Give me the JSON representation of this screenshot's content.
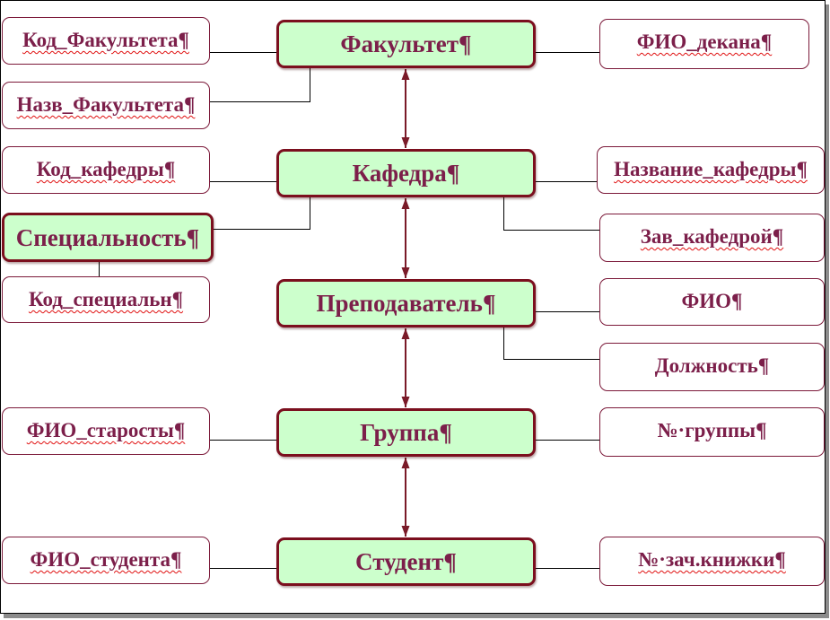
{
  "entities": {
    "faculty": {
      "label": "Факультет¶",
      "attributes": [
        "Код_Факультета¶",
        "Назв_Факультета¶",
        "ФИО_декана¶"
      ]
    },
    "department": {
      "label": "Кафедра¶",
      "attributes": [
        "Код_кафедры¶",
        "Название_кафедры¶",
        "Зав_кафедрой¶"
      ]
    },
    "specialty": {
      "label": "Специальность¶",
      "attributes": [
        "Код_специальн¶"
      ]
    },
    "teacher": {
      "label": "Преподаватель¶",
      "attributes": [
        "ФИО¶",
        "Должность¶"
      ]
    },
    "group": {
      "label": "Группа¶",
      "attributes": [
        "ФИО_старосты¶",
        "№·группы¶"
      ]
    },
    "student": {
      "label": "Студент¶",
      "attributes": [
        "ФИО_студента¶",
        "№·зач.книжки¶"
      ]
    }
  },
  "colors": {
    "entity_fill": "#ccffcc",
    "entity_border": "#7b0f1e",
    "label_text": "#7c1f4a",
    "attribute_border": "#7c1a3a",
    "attribute_fill": "#ffffff",
    "relationship_arrow": "#7a1a28",
    "connector_line": "#000000",
    "spellcheck_underline": "#e01010",
    "frame_border": "#000000",
    "frame_shadow": "#8c8c8c"
  }
}
